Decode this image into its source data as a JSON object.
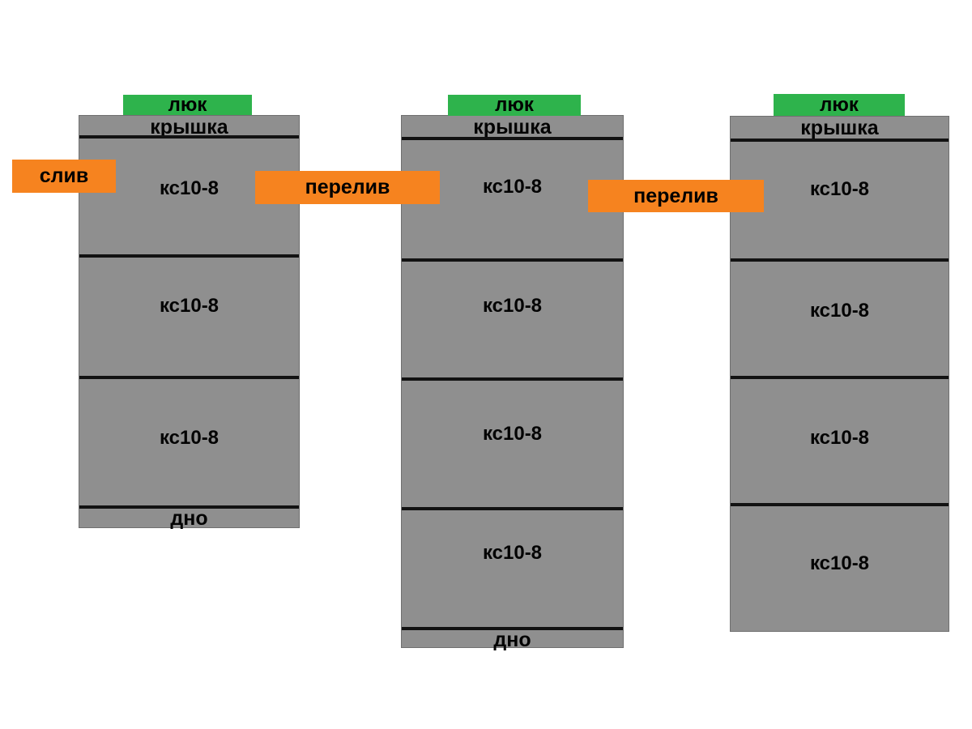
{
  "colors": {
    "tank_gray": "#8f8f8f",
    "tank_border": "#6f6f6f",
    "hatch_green": "#2eb34c",
    "label_orange": "#f6831f",
    "joint_line": "#121212",
    "text": "#000000",
    "background": "#ffffff"
  },
  "tanks": [
    {
      "hatch": "люк",
      "cover": "крышка",
      "rings": [
        "кс10-8",
        "кс10-8",
        "кс10-8"
      ],
      "bottom": "дно"
    },
    {
      "hatch": "люк",
      "cover": "крышка",
      "rings": [
        "кс10-8",
        "кс10-8",
        "кс10-8",
        "кс10-8"
      ],
      "bottom": "дно"
    },
    {
      "hatch": "люк",
      "cover": "крышка",
      "rings": [
        "кс10-8",
        "кс10-8",
        "кс10-8",
        "кс10-8"
      ]
    }
  ],
  "connectors": [
    {
      "type": "drain",
      "label": "слив"
    },
    {
      "type": "overflow",
      "label": "перелив"
    },
    {
      "type": "overflow",
      "label": "перелив"
    }
  ]
}
